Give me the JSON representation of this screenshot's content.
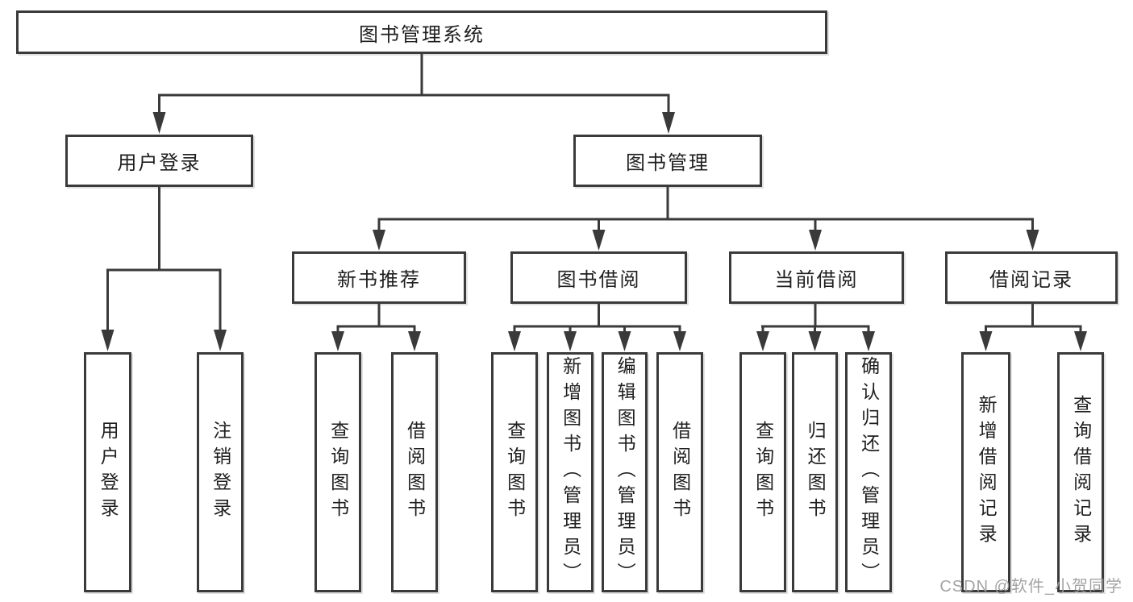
{
  "tree": {
    "label": "图书管理系统",
    "children": [
      {
        "label": "用户登录",
        "children": [
          {
            "label": "用户登录"
          },
          {
            "label": "注销登录"
          }
        ]
      },
      {
        "label": "图书管理",
        "children": [
          {
            "label": "新书推荐",
            "children": [
              {
                "label": "查询图书"
              },
              {
                "label": "借阅图书"
              }
            ]
          },
          {
            "label": "图书借阅",
            "children": [
              {
                "label": "查询图书"
              },
              {
                "label": "新增图书（管理员）"
              },
              {
                "label": "编辑图书（管理员）"
              },
              {
                "label": "借阅图书"
              }
            ]
          },
          {
            "label": "当前借阅",
            "children": [
              {
                "label": "查询图书"
              },
              {
                "label": "归还图书"
              },
              {
                "label": "确认归还（管理员）"
              }
            ]
          },
          {
            "label": "借阅记录",
            "children": [
              {
                "label": "新增借阅记录"
              },
              {
                "label": "查询借阅记录"
              }
            ]
          }
        ]
      }
    ]
  },
  "watermark": {
    "text": "CSDN @软件_小贺同学"
  },
  "colors": {
    "line": "#3a3a3a",
    "text": "#1f1f1f",
    "watermark": "#9c9c9c",
    "background": "#ffffff"
  }
}
